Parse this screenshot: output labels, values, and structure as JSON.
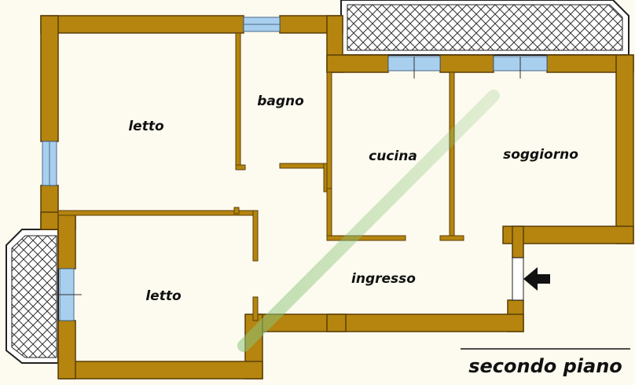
{
  "plan": {
    "rooms": {
      "letto_top": "letto",
      "bagno": "bagno",
      "cucina": "cucina",
      "soggiorno": "soggiorno",
      "letto_bottom": "letto",
      "ingresso": "ingresso"
    },
    "floor_title": "secondo piano",
    "colors": {
      "wall": "#b5850f",
      "wall_outline": "#5a3e06",
      "floor": "#fdfbef",
      "window": "#a9cfef",
      "balcony_hatch": "#333333",
      "watermark": "#8cc47a"
    }
  }
}
